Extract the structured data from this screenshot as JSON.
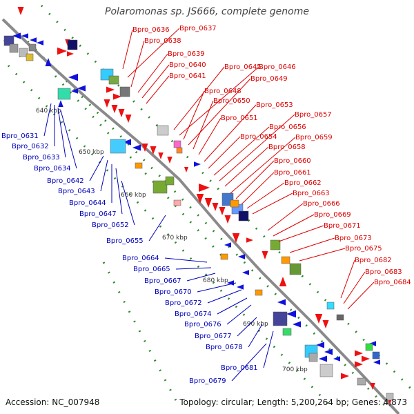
{
  "title": "Polaromonas sp. JS666, complete genome",
  "footer": {
    "accession": "Accession: NC_007948",
    "summary": "Topology: circular; Length: 5,200,264 bp; Genes: 4,873"
  },
  "colors": {
    "backbone": "#8a8a8a",
    "tick_dot": "#2a8a2a",
    "forward_label": "#dd0000",
    "reverse_label": "#0000bb",
    "forward_gene": "#ee1111",
    "reverse_gene": "#1111dd"
  },
  "kbp_ticks": [
    "640 kbp",
    "650 kbp",
    "660 kbp",
    "670 kbp",
    "680 kbp",
    "690 kbp",
    "700 kbp"
  ],
  "forward_labels": [
    "Bpro_0636",
    "Bpro_0637",
    "Bpro_0638",
    "Bpro_0639",
    "Bpro_0640",
    "Bpro_0641",
    "Bpro_0645",
    "Bpro_0646",
    "Bpro_0648",
    "Bpro_0649",
    "Bpro_0650",
    "Bpro_0651",
    "Bpro_0653",
    "Bpro_0654",
    "Bpro_0656",
    "Bpro_0657",
    "Bpro_0658",
    "Bpro_0659",
    "Bpro_0660",
    "Bpro_0661",
    "Bpro_0662",
    "Bpro_0663",
    "Bpro_0666",
    "Bpro_0669",
    "Bpro_0671",
    "Bpro_0673",
    "Bpro_0675",
    "Bpro_0682",
    "Bpro_0683",
    "Bpro_0684"
  ],
  "reverse_labels": [
    "Bpro_0631",
    "Bpro_0632",
    "Bpro_0633",
    "Bpro_0634",
    "Bpro_0642",
    "Bpro_0643",
    "Bpro_0644",
    "Bpro_0647",
    "Bpro_0652",
    "Bpro_0655",
    "Bpro_0664",
    "Bpro_0665",
    "Bpro_0667",
    "Bpro_0670",
    "Bpro_0672",
    "Bpro_0674",
    "Bpro_0676",
    "Bpro_0677",
    "Bpro_0678",
    "Bpro_0681",
    "Bpro_0679"
  ]
}
